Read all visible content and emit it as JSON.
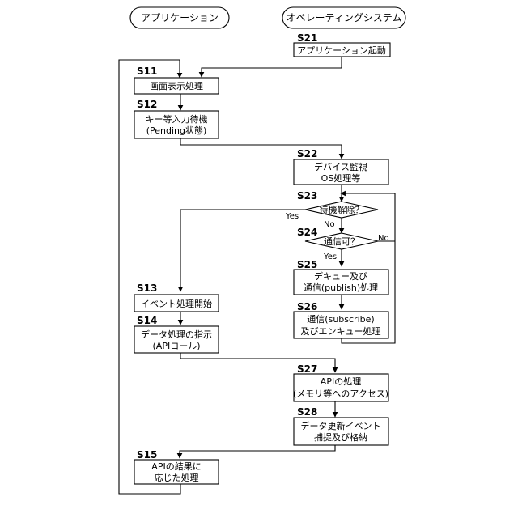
{
  "lanes": {
    "app": "アプリケーション",
    "os": "オペレーティングシステム"
  },
  "steps": {
    "s21": {
      "label": "S21",
      "lines": [
        "アプリケーション起動"
      ]
    },
    "s11": {
      "label": "S11",
      "lines": [
        "画面表示処理"
      ]
    },
    "s12": {
      "label": "S12",
      "lines": [
        "キー等入力待機",
        "(Pending状態)"
      ]
    },
    "s22": {
      "label": "S22",
      "lines": [
        "デバイス監視",
        "OS処理等"
      ]
    },
    "s23": {
      "label": "S23",
      "lines": [
        "待機解除？"
      ]
    },
    "s24": {
      "label": "S24",
      "lines": [
        "通信可？"
      ]
    },
    "s25": {
      "label": "S25",
      "lines": [
        "デキュー及び",
        "通信(publish)処理"
      ]
    },
    "s26": {
      "label": "S26",
      "lines": [
        "通信(subscribe)",
        "及びエンキュー処理"
      ]
    },
    "s13": {
      "label": "S13",
      "lines": [
        "イベント処理開始"
      ]
    },
    "s14": {
      "label": "S14",
      "lines": [
        "データ処理の指示",
        "(APIコール)"
      ]
    },
    "s27": {
      "label": "S27",
      "lines": [
        "APIの処理",
        "(メモリ等へのアクセス)"
      ]
    },
    "s28": {
      "label": "S28",
      "lines": [
        "データ更新イベント",
        "捕捉及び格納"
      ]
    },
    "s15": {
      "label": "S15",
      "lines": [
        "APIの結果に",
        "応じた処理"
      ]
    }
  },
  "branches": {
    "s23_yes": "Yes",
    "s23_no": "No",
    "s24_yes": "Yes",
    "s24_no": "No"
  }
}
